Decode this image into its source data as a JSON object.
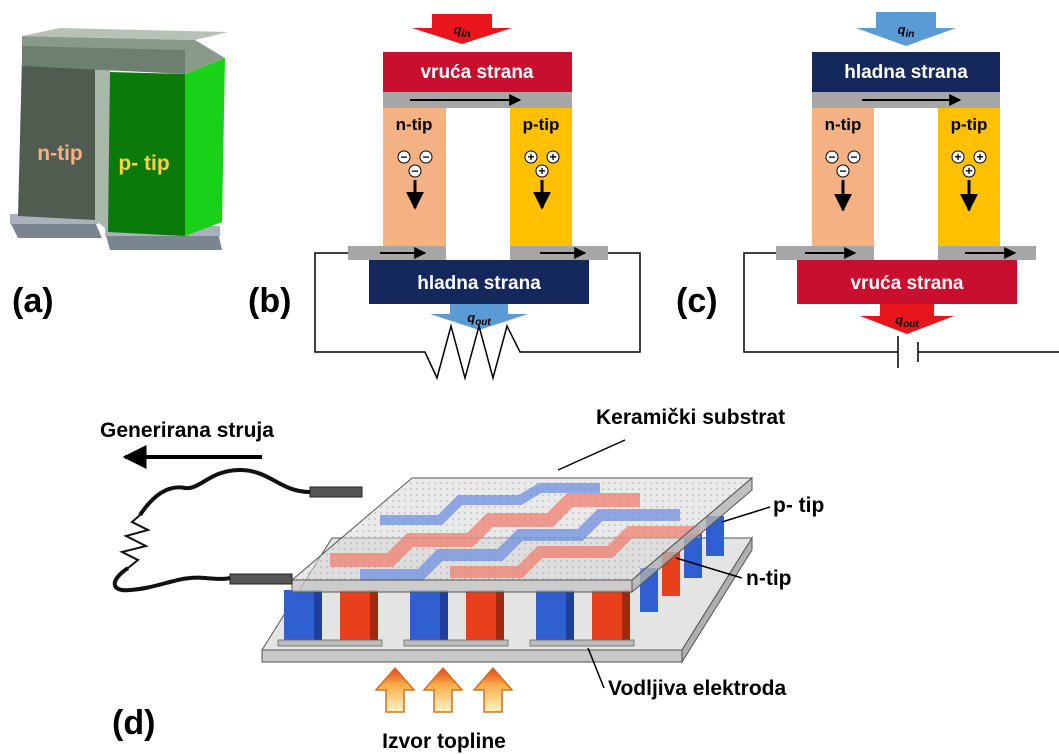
{
  "panel_a": {
    "label": "(a)",
    "n_label": "n-tip",
    "p_label": "p- tip",
    "colors": {
      "n_leg": "#4f5c4f",
      "p_leg": "#0a7a0a",
      "p_leg_side": "#19d119",
      "top": "#8a9a8a",
      "base": "#9aa3ab"
    }
  },
  "panel_b": {
    "label": "(b)",
    "q_in": "q",
    "q_in_sub": "in",
    "q_out": "q",
    "q_out_sub": "out",
    "top_plate": "vruća strana",
    "bottom_plate": "hladna strana",
    "n_label": "n-tip",
    "p_label": "p-tip",
    "n_sign": "−",
    "p_sign": "+",
    "colors": {
      "hot": "#c8102e",
      "cold": "#14285c",
      "n_leg": "#f4b183",
      "p_leg": "#ffc000",
      "in_arrow": "#e8161c",
      "out_arrow": "#5b9bd5"
    }
  },
  "panel_c": {
    "label": "(c)",
    "q_in": "q",
    "q_in_sub": "in",
    "q_out": "q",
    "q_out_sub": "out",
    "top_plate": "hladna strana",
    "bottom_plate": "vruća strana",
    "n_label": "n-tip",
    "p_label": "p-tip",
    "n_sign": "−",
    "p_sign": "+",
    "colors": {
      "hot": "#c8102e",
      "cold": "#14285c",
      "n_leg": "#f4b183",
      "p_leg": "#ffc000",
      "in_arrow": "#5b9bd5",
      "out_arrow": "#e8161c"
    }
  },
  "panel_d": {
    "label": "(d)",
    "generated_current": "Generirana struja",
    "ceramic_substrate": "Keramički substrat",
    "p_type": "p- tip",
    "n_type": "n-tip",
    "conductive_electrode": "Vodljiva elektroda",
    "heat_source": "Izvor topline",
    "colors": {
      "n_leg": "#e8401c",
      "p_leg": "#2f5fd0",
      "plate": "#d8d8d8",
      "heat_arrow": "#f08a24"
    }
  }
}
